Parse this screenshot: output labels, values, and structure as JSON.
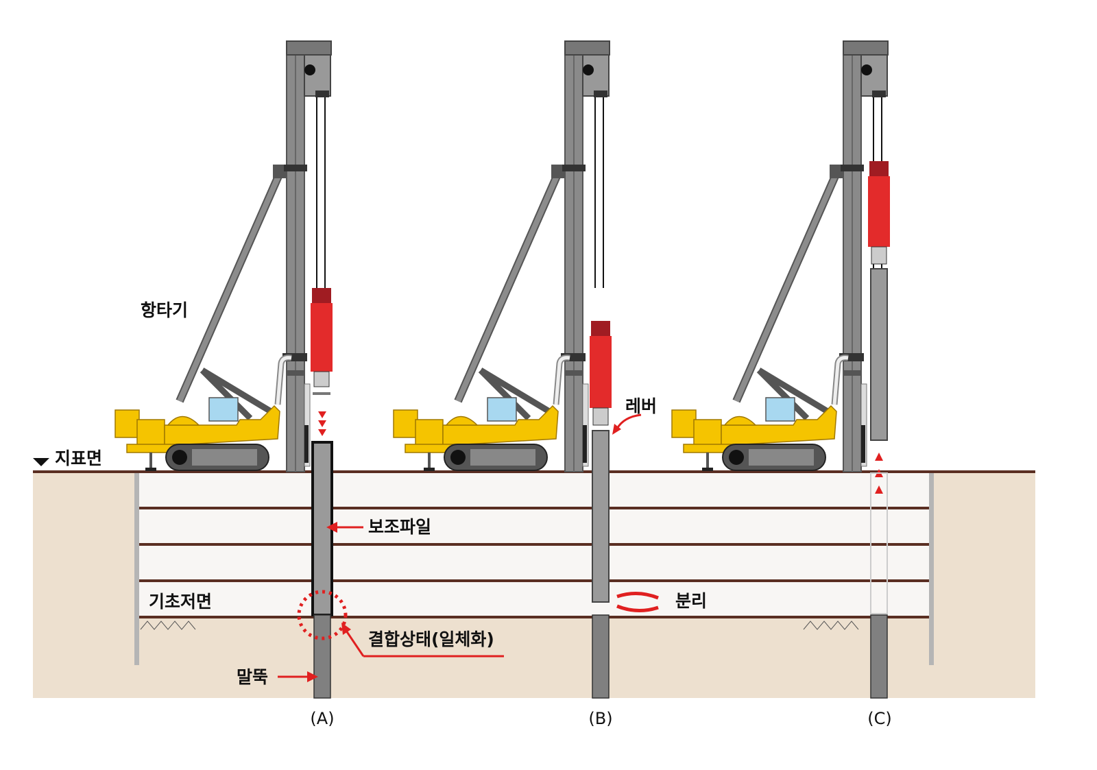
{
  "labels": {
    "pile_driver": "항타기",
    "ground_surface": "지표면",
    "auxiliary_pile": "보조파일",
    "foundation_bottom": "기초저면",
    "coupled_state": "결합상태(일체화)",
    "pile": "말뚝",
    "lever": "레버",
    "separation": "분리"
  },
  "panels": [
    "(A)",
    "(B)",
    "(C)"
  ],
  "colors": {
    "soil": "#ede0cf",
    "ground_line": "#5a2e22",
    "excavation": "#f7f5f3",
    "rig_body": "#f5c400",
    "hammer": "#e32b2b",
    "hammer_cap": "#a01c22",
    "arrow": "#e02020",
    "pile": "#808080"
  }
}
